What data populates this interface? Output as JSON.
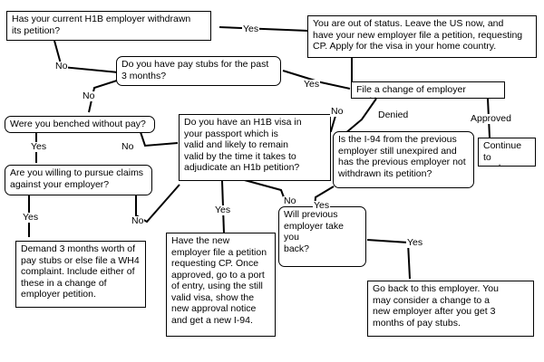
{
  "nodes": {
    "q_withdrawn": "Has your current H1B employer withdrawn\nits petition?",
    "out_of_status": "You are out of status. Leave the US now, and\nhave your new employer file a petition, requesting\nCP. Apply for the visa in your home country.",
    "q_pay_stubs": "Do you have pay stubs for the past\n3 months?",
    "file_change": "File a change of employer petition.",
    "q_benched": "Were you benched without pay?",
    "q_valid_visa": "Do you have an H1B visa in\nyour passport which is\nvalid and likely to remain\nvalid by the time it takes to\nadjudicate an H1b petition?",
    "continue_work": "Continue to\nwork.",
    "q_i94": "Is the I-94 from the previous\nemployer still unexpired and\nhas the previous employer not\nwithdrawn its petition?",
    "q_pursue": "Are you willing to pursue claims\nagainst your employer?",
    "cp_entry": "Have the new\nemployer file a petition\nrequesting CP. Once\napproved, go to a port\nof entry, using the still\nvalid visa, show the\nnew approval notice\nand get a new I-94.",
    "q_take_back": "Will previous\nemployer take you\nback?",
    "demand_stubs": "Demand 3 months worth of\npay stubs or else file a WH4\ncomplaint. Include either of\nthese in a change of\nemployer petition.",
    "go_back": "Go back to this employer. You\nmay consider a change to a\nnew employer after you get 3\nmonths of pay stubs."
  },
  "labels": {
    "yes": "Yes",
    "no": "No",
    "denied": "Denied",
    "approved": "Approved"
  }
}
